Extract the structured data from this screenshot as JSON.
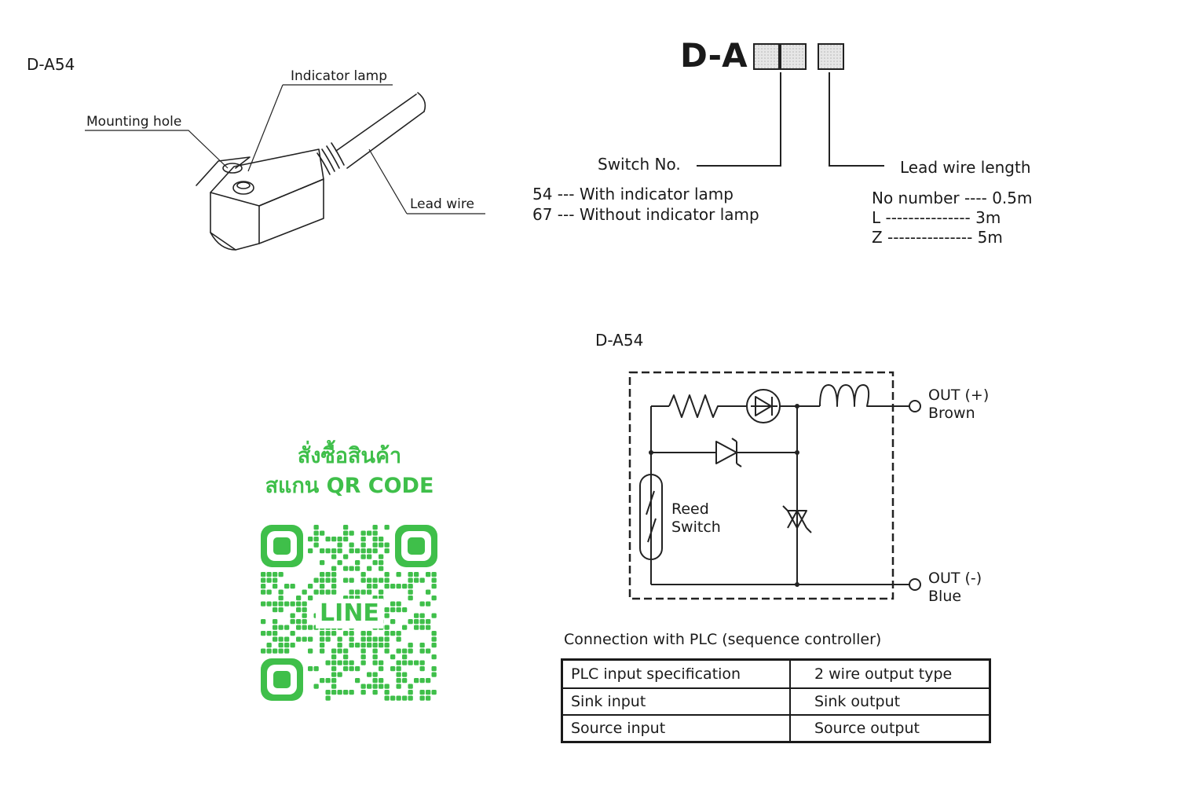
{
  "product_view": {
    "model": "D-A54",
    "labels": {
      "indicator_lamp": "Indicator lamp",
      "mounting_hole": "Mounting hole",
      "lead_wire": "Lead wire"
    }
  },
  "ordering_code": {
    "title": "D-A",
    "switch_no": {
      "heading": "Switch No.",
      "options": [
        "54 --- With indicator lamp",
        "67 --- Without indicator lamp"
      ]
    },
    "lead_wire_length": {
      "heading": "Lead wire length",
      "options": [
        "No number ---- 0.5m",
        "L --------------- 3m",
        "Z --------------- 5m"
      ]
    }
  },
  "circuit": {
    "model": "D-A54",
    "reed_switch_line1": "Reed",
    "reed_switch_line2": "Switch",
    "out_plus": "OUT (+)",
    "out_plus_color": "Brown",
    "out_minus": "OUT (-)",
    "out_minus_color": "Blue"
  },
  "plc_connection": {
    "title": "Connection with PLC (sequence controller)",
    "header": [
      "PLC input specification",
      "2 wire output type"
    ],
    "rows": [
      [
        "Sink input",
        "Sink output"
      ],
      [
        "Source input",
        "Source output"
      ]
    ]
  },
  "order_qr": {
    "line1": "สั่งซื้อสินค้า",
    "line2": "สแกน QR CODE",
    "qr_label": "LINE",
    "accent_color": "#3fbf4a"
  }
}
